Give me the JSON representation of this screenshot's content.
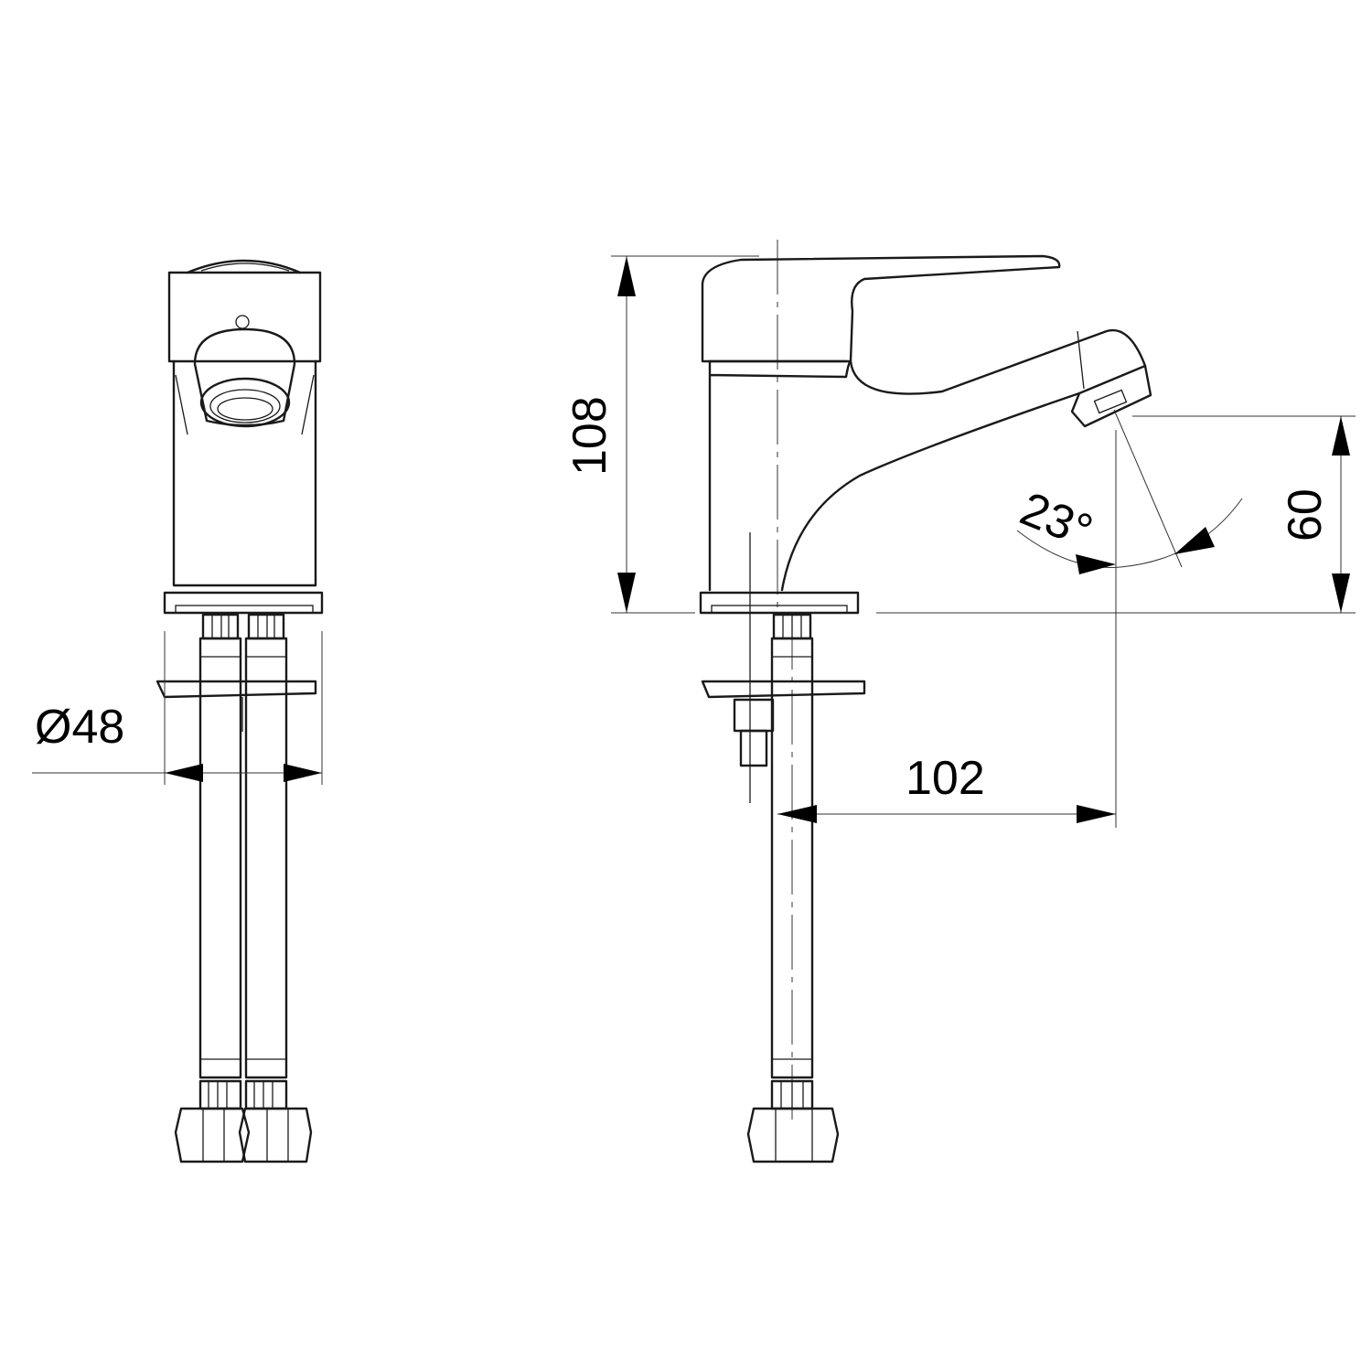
{
  "dimensions": {
    "diameter": "Ø48",
    "height": "108",
    "spout_height": "60",
    "spout_reach": "102",
    "spout_angle": "23°"
  }
}
